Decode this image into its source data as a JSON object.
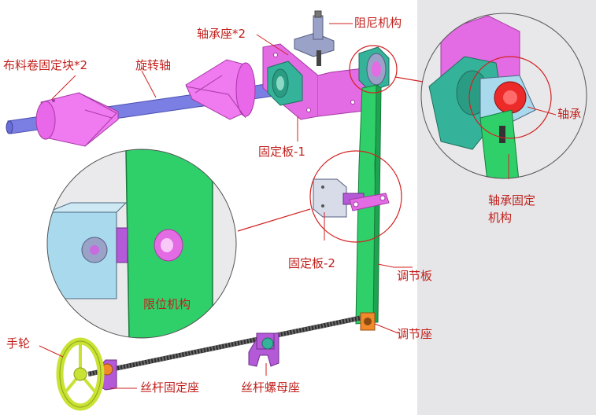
{
  "diagram": {
    "palette": {
      "background_gray": "#e9e9eb",
      "shaft_blue": "#7b7fe3",
      "cone_pink": "#f07af0",
      "bracket_magenta": "#e36be3",
      "bearing_teal": "#35b39a",
      "lever_green": "#2fd06a",
      "base_purple": "#b45ad8",
      "block_lightblue": "#a9d9ec",
      "nut_orange": "#f08a2a",
      "handwheel_yellow": "#d5ee3c",
      "leader_red": "#d22222",
      "label_red": "#c0201c",
      "label_green": "#2a7f1a"
    },
    "labels": {
      "damper": "阻尼机构",
      "bearing_seat": "轴承座*2",
      "fabric_roll_block": "布料卷固定块*2",
      "rotating_shaft": "旋转轴",
      "fixed_plate_1": "固定板-1",
      "bearing": "轴承",
      "bearing_fixing": "轴承固定\n机构",
      "fixed_plate_2": "固定板-2",
      "adjust_plate": "调节板",
      "limit_mechanism": "限位机构",
      "adjust_seat": "调节座",
      "handwheel": "手轮",
      "screw_fixed_seat": "丝杆固定座",
      "screw_nut_seat": "丝杆螺母座"
    }
  }
}
